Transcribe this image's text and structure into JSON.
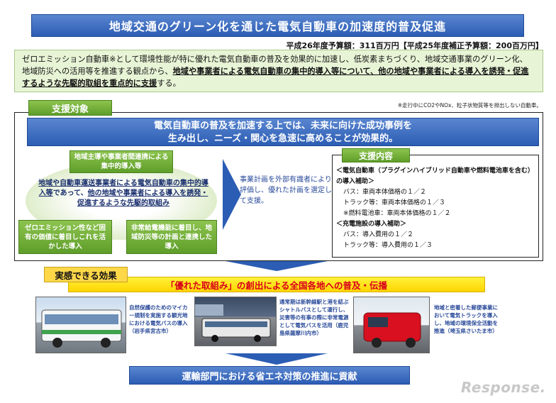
{
  "title": "地域交通のグリーン化を通じた電気自動車の加速度的普及促進",
  "budget": "平成26年度予算額：311百万円【平成25年度補正予算額：200百万円】",
  "intro": {
    "part1": "ゼロエミッション自動車※として環境性能が特に優れた電気自動車の普及を効果的に加速し、低炭素まちづくり、地域交通事業のグリーン化、地域防災への活用等を推進する観点から、",
    "underlined": "地域や事業者による電気自動車の集中的導入等について、他の地域や事業者による導入を誘発・促進するような先駆的取組を重点的に支援",
    "part2": "する。"
  },
  "footnote": "※走行中にCO2やNOx、粒子状物質等を排出しない自動車。",
  "support_target_label": "支援対象",
  "banner": {
    "line1": "電気自動車の普及を加速する上では、未来に向けた成功事例を",
    "line2": "生み出し、ニーズ・関心を急速に高めることが効果的。"
  },
  "green_boxes": {
    "top": "地域主導や事業者間連携による集中的導入等",
    "bottom_left": "ゼロエミッション性など固有の価値に着目しこれを活かした導入",
    "bottom_right": "非常給電機能に着目し、地域防災等の計画と連携した導入"
  },
  "center_text": {
    "u1": "地域や自動車運送事業者による電気自動車の集中的導入等",
    "t1": "であって、",
    "u2": "他の地域や事業者による導入を誘発・促進するような先駆的取組み"
  },
  "mid_text": "事業計画を外部有識者により評価し、優れた計画を選定して支援。",
  "support_content": {
    "label": "支援内容",
    "ev_heading": "＜電気自動車（プラグインハイブリッド自動車や燃料電池車を含む）の導入補助＞",
    "ev_items": [
      "バス：車両本体価格の１／２",
      "トラック等：車両本体価格の１／３",
      "※燃料電池車：車両本体価格の１／２"
    ],
    "charge_heading": "＜充電施設の導入補助＞",
    "charge_items": [
      "バス：導入費用の１／２",
      "トラック等：導入費用の１／３"
    ]
  },
  "effect_label": "実感できる効果",
  "effect_banner": "「優れた取組み」の創出による全国各地への普及・伝播",
  "captions": {
    "c1": "自然保護のためのマイカー規制を実施する観光地における電気バスの導入（岩手県宮古市）",
    "c2": "通常期は新幹線駅と港を結ぶシャトルバスとして運行し、災害等の有事の際に非常電源として電気バスを活用（鹿児島県薩摩川内市）",
    "c3": "地域と密着した郵便事業において電気トラックを導入し、地域の環境保全活動を推進（埼玉県さいたま市）"
  },
  "bottom_banner": "運輸部門における省エネ対策の推進に貢献",
  "watermark": "Response."
}
